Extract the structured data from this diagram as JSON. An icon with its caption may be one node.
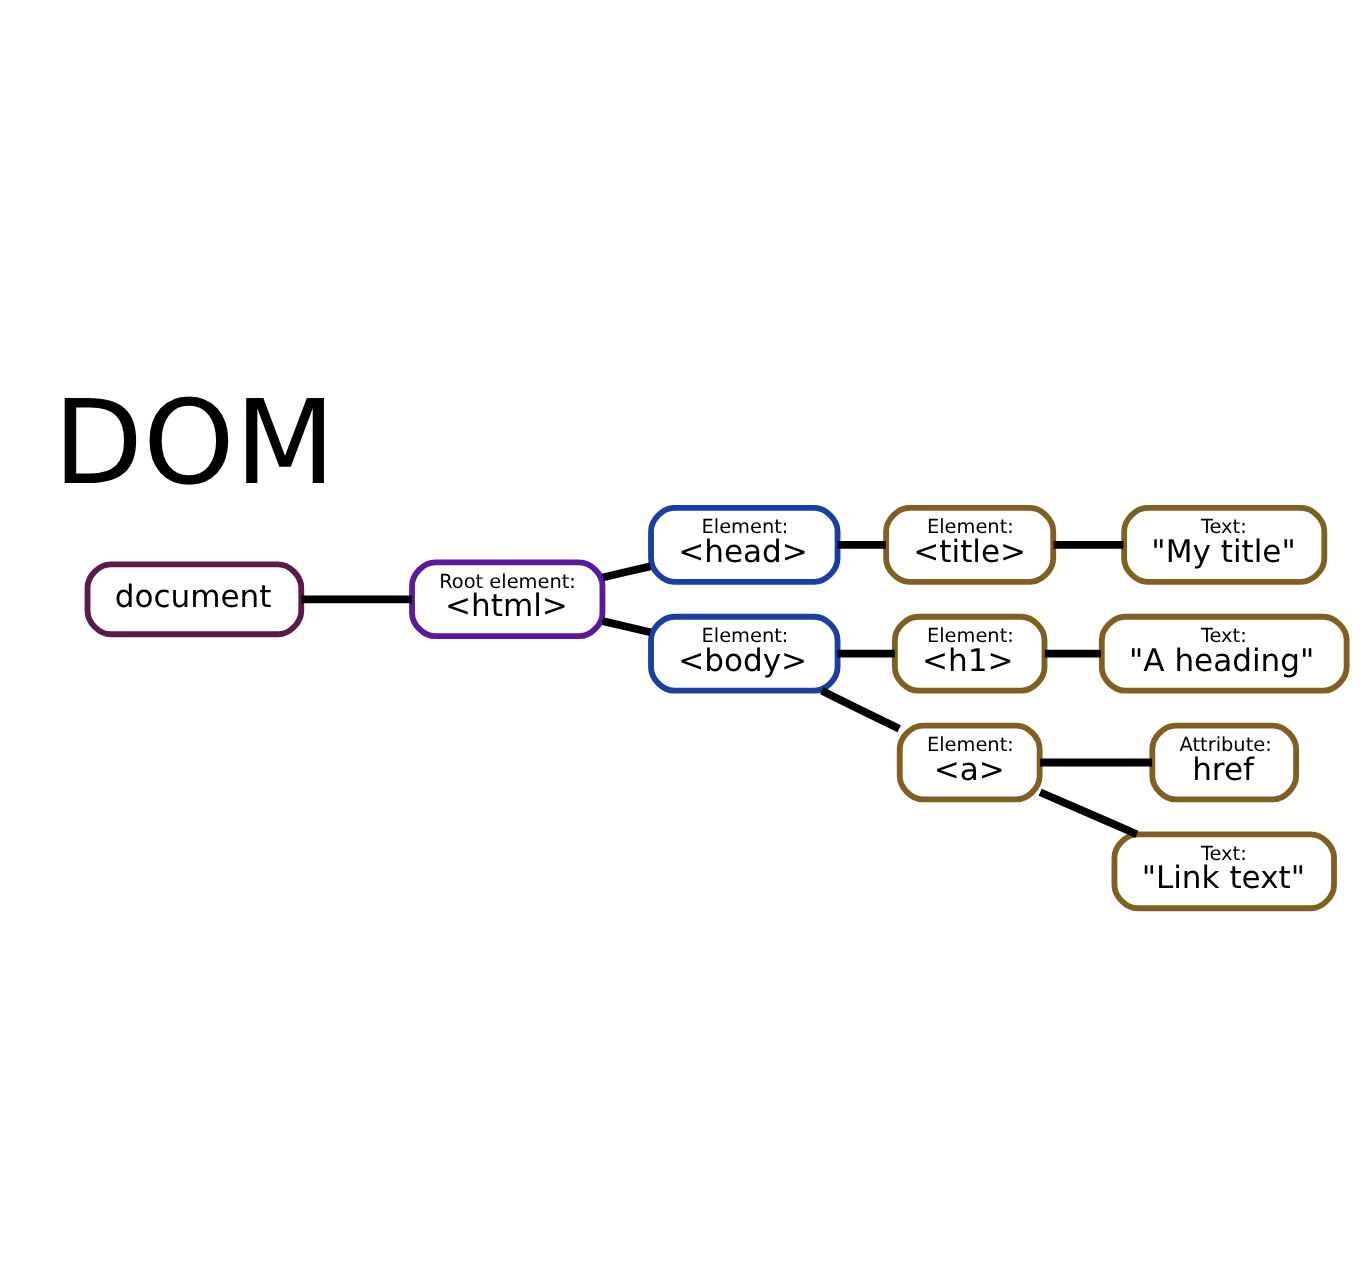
{
  "diagram": {
    "nodes": [
      {
        "text": [
          "document"
        ]
      },
      {
        "text": [
          "Root element:",
          "<html>"
        ]
      },
      {
        "text": [
          "Element:",
          "<head>"
        ]
      },
      {
        "text": [
          "Element:",
          "<title>"
        ]
      },
      {
        "text": [
          "Text:",
          "\"My title\""
        ]
      },
      {
        "text": [
          "Element:",
          "<body>"
        ]
      },
      {
        "text": [
          "Element:",
          "<h1>"
        ]
      },
      {
        "text": [
          "Text:",
          "\"A heading\""
        ]
      },
      {
        "text": [
          "Element:",
          "<a>"
        ]
      },
      {
        "text": [
          "Attribute:",
          "href"
        ]
      },
      {
        "text": [
          "Text:",
          "\"Link text\""
        ]
      }
    ],
    "edges": [
      {
        "from": 0,
        "to": 1,
        "arrow": "none"
      },
      {
        "from": 1,
        "to": 2,
        "arrow": "none"
      },
      {
        "from": 1,
        "to": 5,
        "arrow": "none"
      },
      {
        "from": 2,
        "to": 3,
        "arrow": "none"
      },
      {
        "from": 3,
        "to": 4,
        "arrow": "none"
      },
      {
        "from": 5,
        "to": 6,
        "arrow": "none"
      },
      {
        "from": 6,
        "to": 7,
        "arrow": "none"
      },
      {
        "from": 5,
        "to": 8,
        "arrow": "none"
      },
      {
        "from": 8,
        "to": 9,
        "arrow": "none"
      },
      {
        "from": 8,
        "to": 10,
        "arrow": "none"
      }
    ],
    "labels": [
      "DOM"
    ]
  }
}
